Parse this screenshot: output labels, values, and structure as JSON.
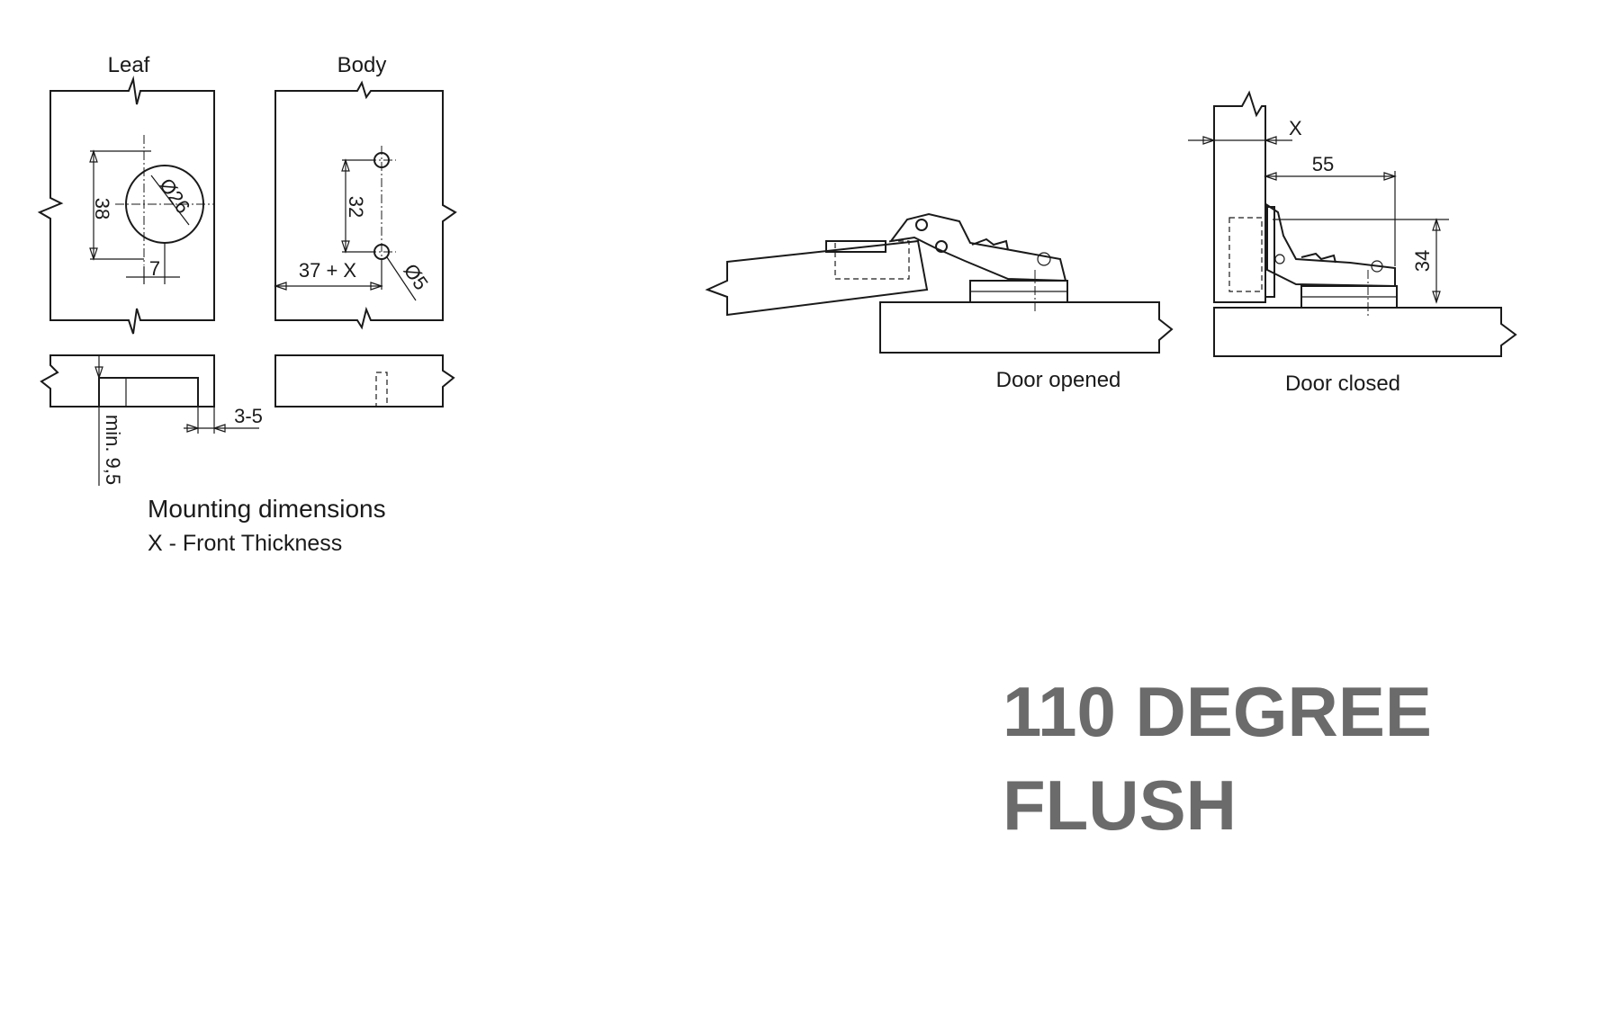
{
  "labels": {
    "leaf": "Leaf",
    "body": "Body",
    "door_opened": "Door opened",
    "door_closed": "Door closed",
    "mounting_dimensions": "Mounting dimensions",
    "x_front_thickness": "X - Front Thickness"
  },
  "dimensions": {
    "cup_diameter": "Ø26",
    "hole_spacing_vertical": "38",
    "cup_offset": "7",
    "plate_hole_spacing": "32",
    "plate_hole_diameter": "Ø5",
    "body_offset": "37 + X",
    "edge_gap": "3-5",
    "min_depth": "min. 9,5",
    "front_x": "X",
    "overlay_55": "55",
    "height_34": "34"
  },
  "title": {
    "line1": "110 DEGREE",
    "line2": "FLUSH"
  },
  "colors": {
    "line": "#1a1a1a",
    "title": "#6b6b6b",
    "background": "#ffffff"
  }
}
